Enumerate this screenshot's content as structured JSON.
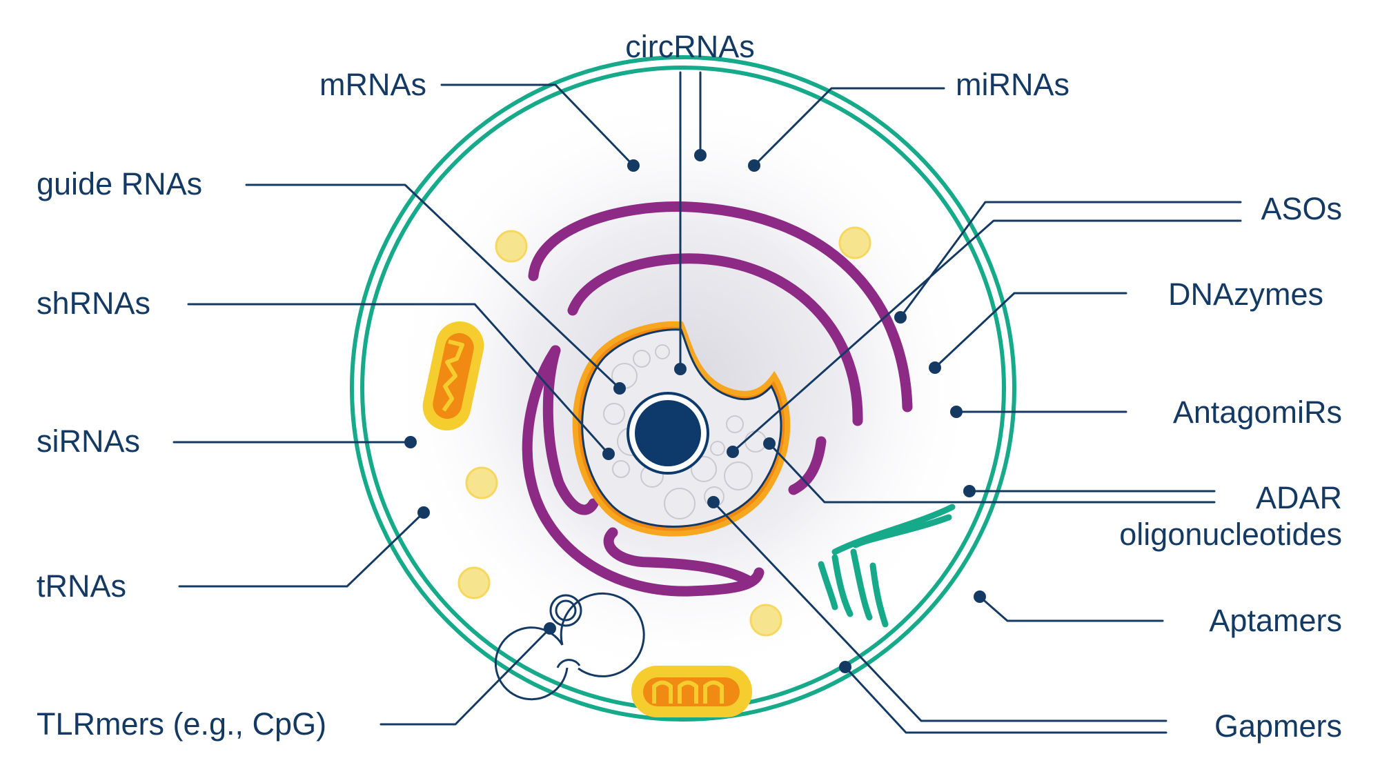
{
  "labels": {
    "circrnas": "circRNAs",
    "mrnas": "mRNAs",
    "mirnas": "miRNAs",
    "guide_rnas": "guide RNAs",
    "asos": "ASOs",
    "dnazymes": "DNAzymes",
    "shrnas": "shRNAs",
    "antagomirs": "AntagomiRs",
    "sirnas": "siRNAs",
    "adar_line1": "ADAR",
    "adar_line2": "oligonucleotides",
    "trnas": "tRNAs",
    "aptamers": "Aptamers",
    "tlrmers": "TLRmers (e.g., CpG)",
    "gapmers": "Gapmers"
  },
  "colors": {
    "label_text": "#143a64",
    "cell_membrane": "#16a98a",
    "endoplasmic_reticulum": "#8d2a86",
    "mitochondria_outer": "#f6cd2e",
    "mitochondria_inner": "#f08a12",
    "vesicles": "#f7e48e",
    "nucleus_envelope": "#f2a01a",
    "nucleolus": "#0e3a6b"
  },
  "icons": [
    "cell-membrane",
    "nucleus",
    "nucleolus",
    "endoplasmic-reticulum",
    "golgi-apparatus",
    "mitochondrion",
    "vesicle",
    "lysosome"
  ]
}
